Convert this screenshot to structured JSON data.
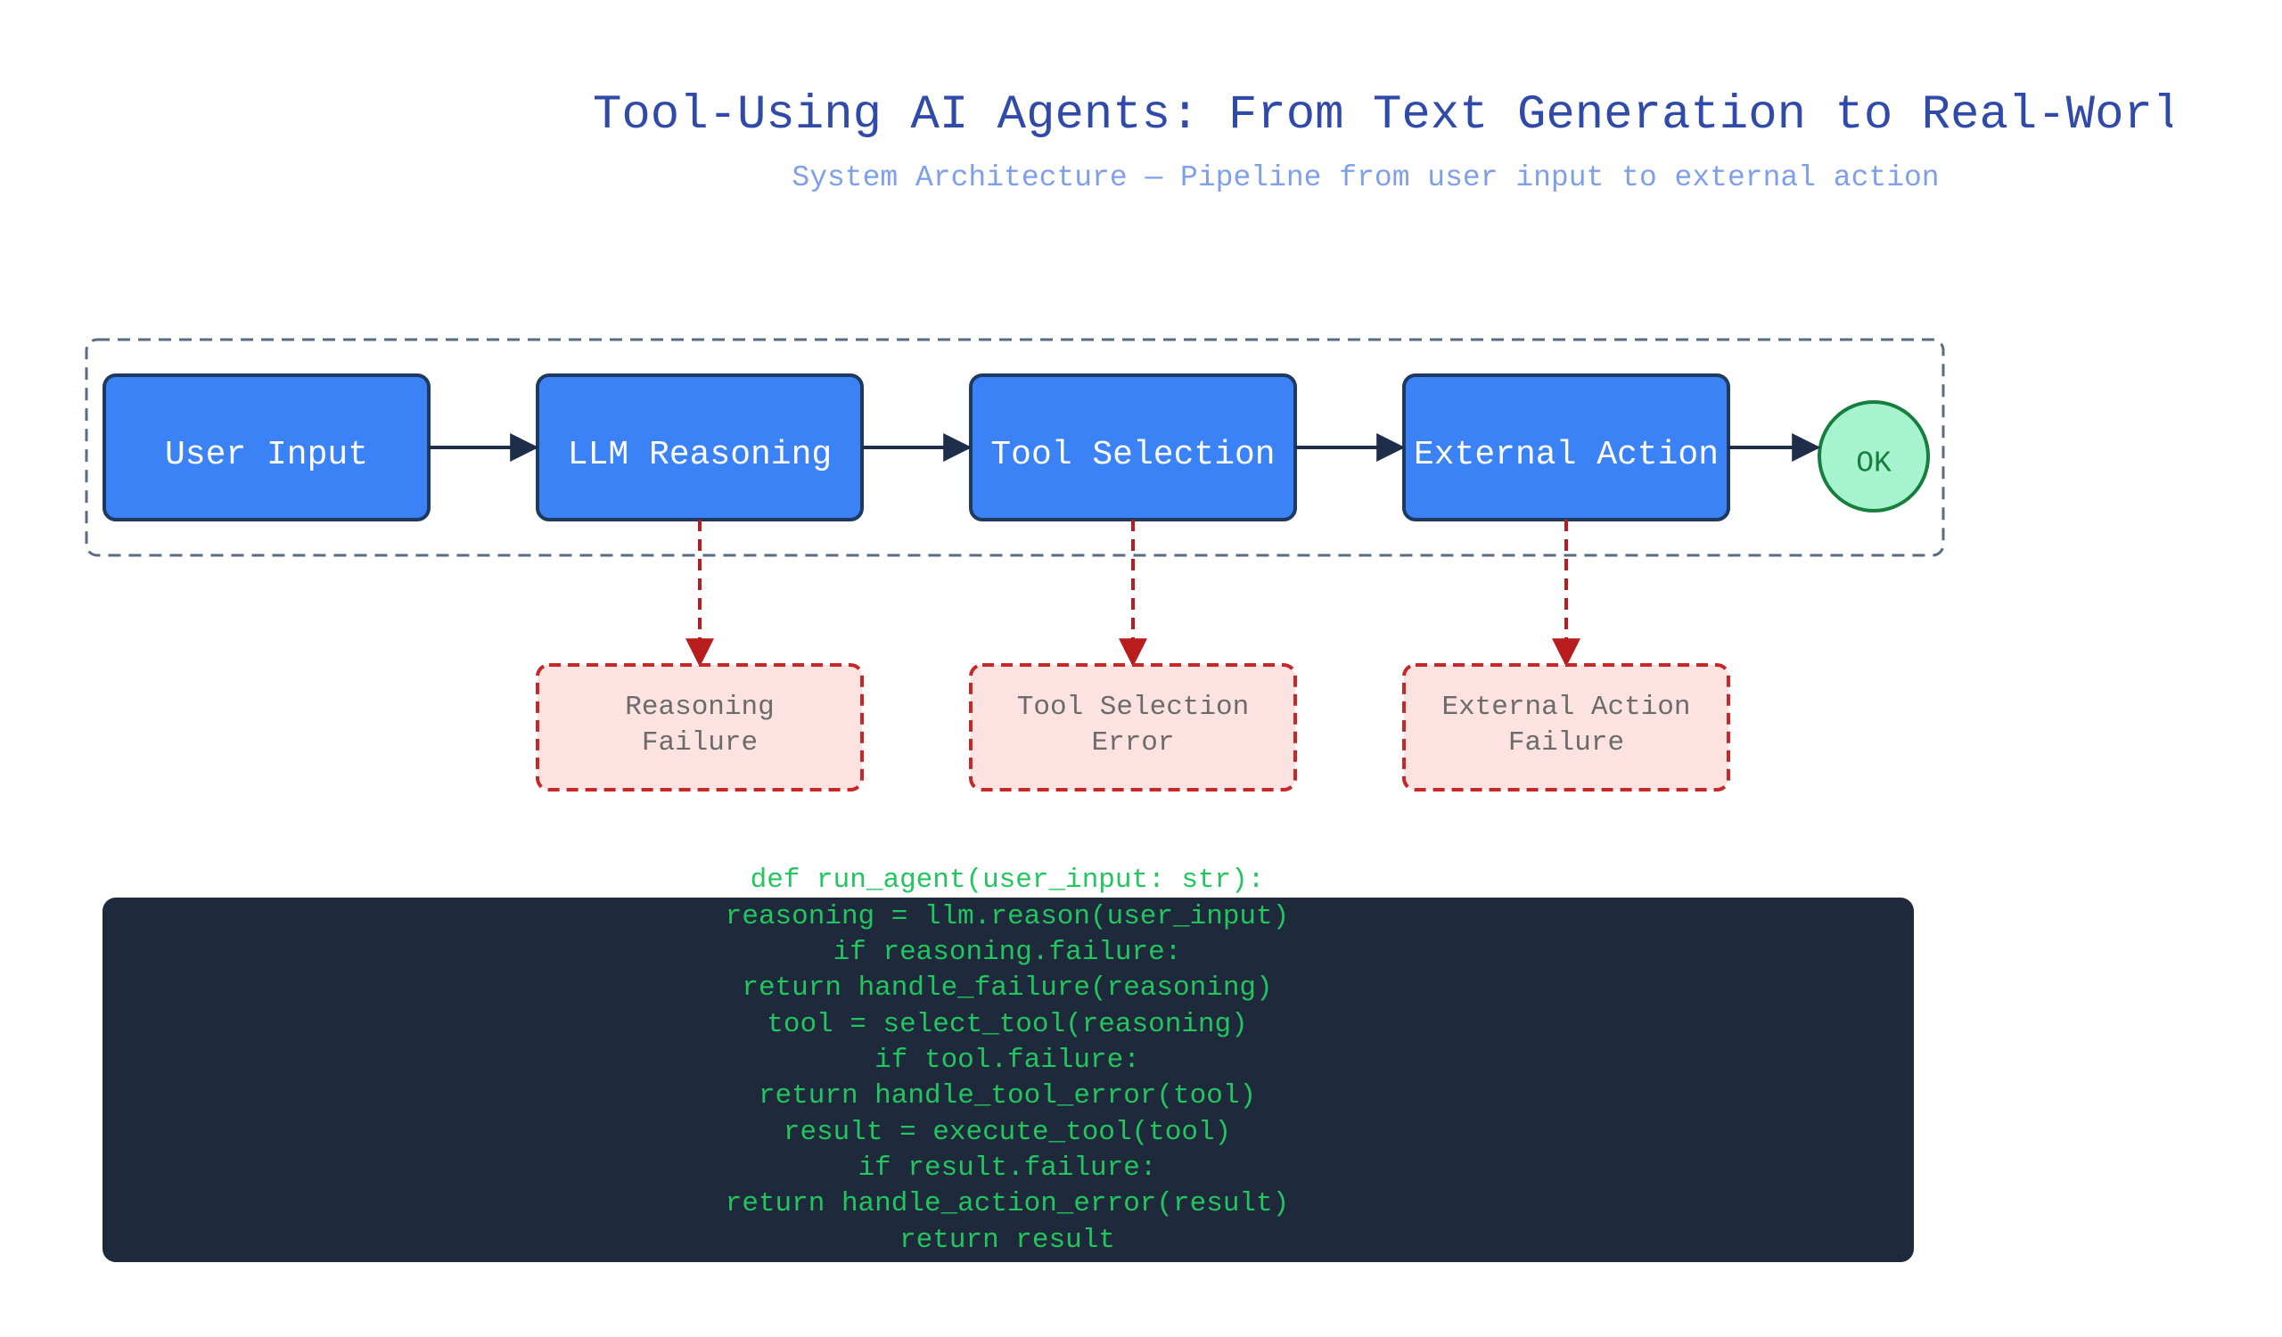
{
  "title": "Tool-Using AI Agents: From Text Generation to Real-World",
  "subtitle": "System Architecture — Pipeline from user input to external action",
  "pipeline": {
    "stages": [
      "User Input",
      "LLM Reasoning",
      "Tool Selection",
      "External Action"
    ],
    "success_node": "OK"
  },
  "failures": [
    {
      "line1": "Reasoning",
      "line2": "Failure"
    },
    {
      "line1": "Tool Selection",
      "line2": "Error"
    },
    {
      "line1": "External Action",
      "line2": "Failure"
    }
  ],
  "code_lines": [
    "def run_agent(user_input: str):",
    "reasoning = llm.reason(user_input)",
    "if reasoning.failure:",
    "return handle_failure(reasoning)",
    "tool = select_tool(reasoning)",
    "if tool.failure:",
    "return handle_tool_error(tool)",
    "result = execute_tool(tool)",
    "if result.failure:",
    "return handle_action_error(result)",
    "return result"
  ],
  "colors": {
    "title": "#2f4aa8",
    "subtitle": "#7fa0e8",
    "stage_fill": "#3b82f6",
    "stage_stroke": "#1e3a5f",
    "arrow": "#1e2d4a",
    "group_border": "#5a6b85",
    "success_fill": "#a7f3d0",
    "success_stroke": "#15803d",
    "failure_fill": "#fde2e2",
    "failure_stroke": "#c62828",
    "failure_text": "#6b6b6b",
    "code_bg": "#1e293b",
    "code_text": "#22c55e"
  }
}
